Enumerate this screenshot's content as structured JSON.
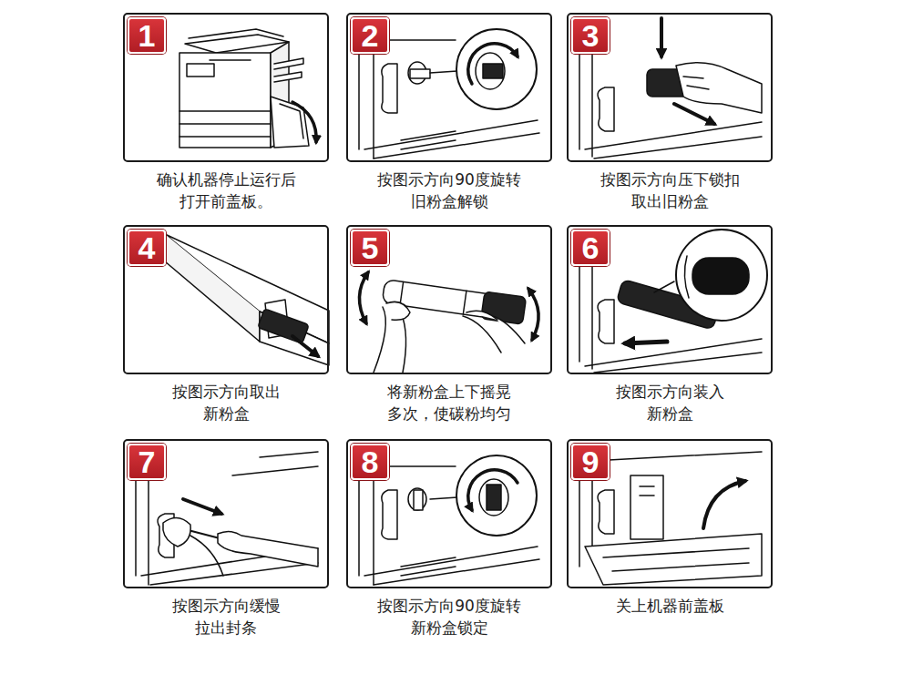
{
  "diagram": {
    "nodes": [
      {
        "text": [
          "1",
          "确认机器停止运行后 打开前盖板。"
        ]
      },
      {
        "text": [
          "2",
          "按图示方向90度旋转 旧粉盒解锁"
        ]
      },
      {
        "text": [
          "3",
          "按图示方向压下锁扣 取出旧粉盒"
        ]
      },
      {
        "text": [
          "4",
          "按图示方向取出 新粉盒"
        ]
      },
      {
        "text": [
          "5",
          "将新粉盒上下摇晃 多次，使碳粉均匀"
        ]
      },
      {
        "text": [
          "6",
          "按图示方向装入 新粉盒"
        ]
      },
      {
        "text": [
          "7",
          "按图示方向缓慢 拉出封条"
        ]
      },
      {
        "text": [
          "8",
          "按图示方向90度旋转 新粉盒锁定"
        ]
      },
      {
        "text": [
          "9",
          "关上机器前盖板"
        ]
      }
    ]
  }
}
